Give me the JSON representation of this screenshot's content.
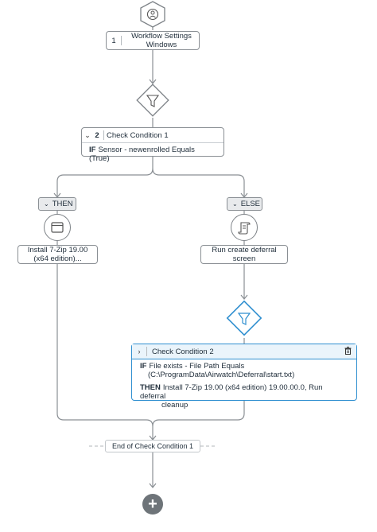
{
  "workflow_settings": {
    "number": "1",
    "line1": "Workflow Settings",
    "line2": "Windows"
  },
  "check_condition_1": {
    "number": "2",
    "title": "Check Condition 1",
    "if_keyword": "IF",
    "if_text": "Sensor - newenrolled Equals (True)"
  },
  "then_pill": {
    "label": "THEN"
  },
  "else_pill": {
    "label": "ELSE"
  },
  "then_action": {
    "line1": "Install 7-Zip 19.00",
    "line2": "(x64 edition)..."
  },
  "else_action": {
    "line1": "Run create deferral",
    "line2": "screen"
  },
  "check_condition_2": {
    "title": "Check Condition 2",
    "if_keyword": "IF",
    "if_line1": "File exists - File Path Equals",
    "if_line2": "(C:\\ProgramData\\Airwatch\\Deferral\\start.txt)",
    "then_keyword": "THEN",
    "then_line1": "Install 7-Zip 19.00 (x64 edition) 19.00.00.0, Run deferral",
    "then_line2": "cleanup"
  },
  "end_label": "End of Check Condition 1",
  "icons": {
    "start": "user-shield-icon",
    "filter1": "filter-icon",
    "filter2": "filter-icon",
    "window": "window-icon",
    "script": "script-icon",
    "add": "plus-icon"
  },
  "colors": {
    "accent": "#2f8fd0",
    "line": "#8a8f94",
    "add_button": "#6e7479"
  }
}
